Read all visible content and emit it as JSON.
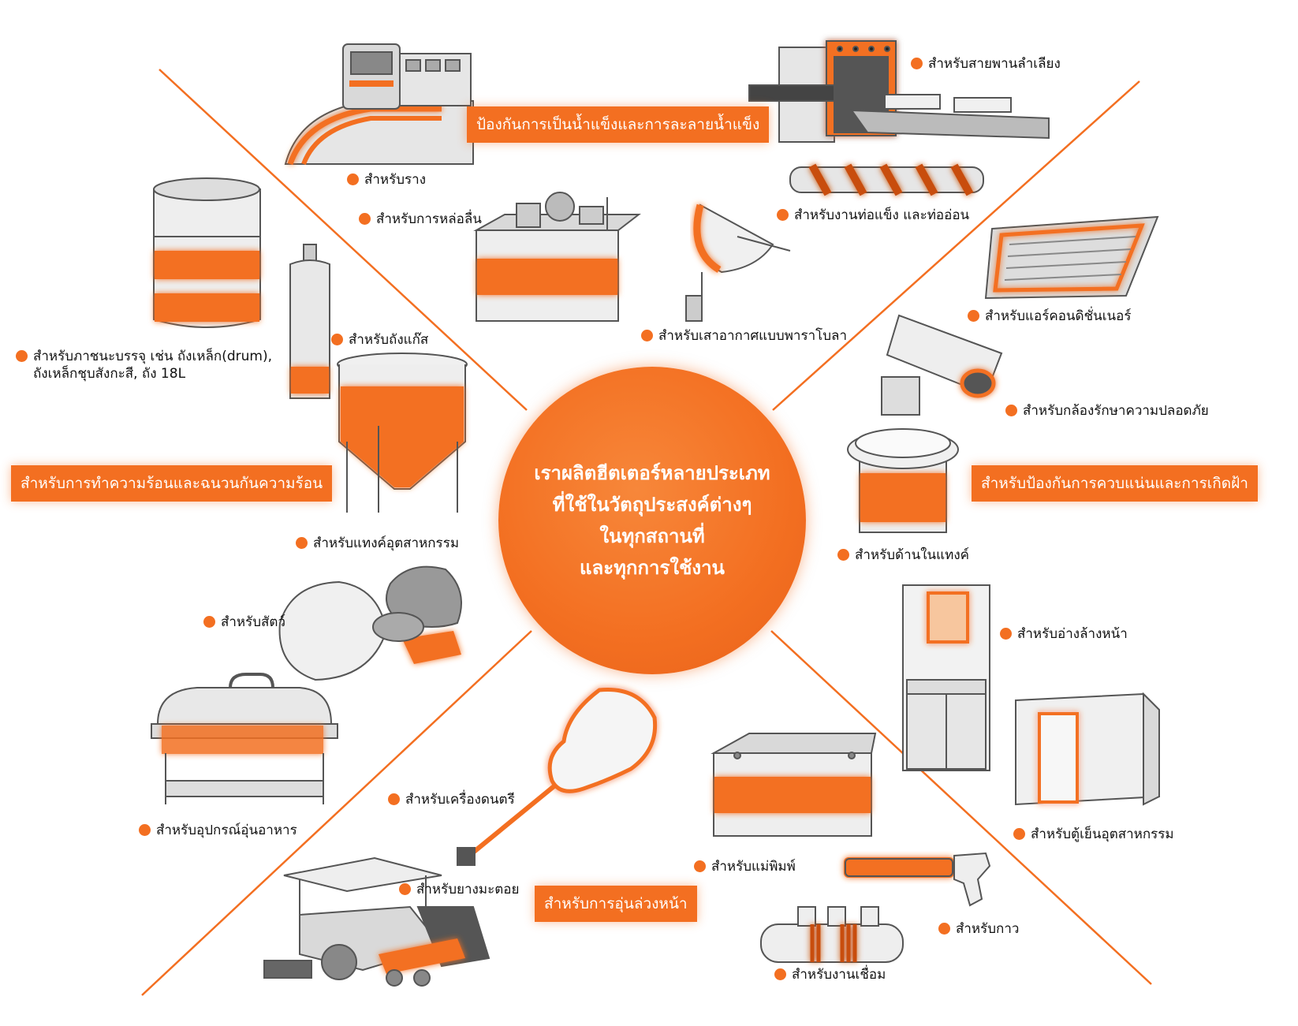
{
  "colors": {
    "accent": "#f36f21",
    "line": "#f36f21",
    "illustration_gray": "#d9d9d9",
    "outline": "#555555"
  },
  "center": {
    "line1": "เราผลิตฮีตเตอร์หลายประเภท",
    "line2": "ที่ใช้ในวัตถุประสงค์ต่างๆ",
    "line3": "ในทุกสถานที่",
    "line4": "และทุกการใช้งาน"
  },
  "categories": {
    "antifreeze": "ป้องกันการเป็นน้ำแข็งและการละลายน้ำแข็ง",
    "heating": "สำหรับการทำความร้อนและฉนวนกันความร้อน",
    "condensation": "สำหรับป้องกันการควบแน่นและการเกิดฝ้า",
    "preheat": "สำหรับการอุ่นล่วงหน้า"
  },
  "labels": {
    "rail": "สำหรับราง",
    "conveyor": "สำหรับสายพานลำเลียง",
    "lubrication": "สำหรับการหล่อลื่น",
    "pipe": "สำหรับงานท่อแข็ง และท่ออ่อน",
    "parabola": "สำหรับเสาอากาศแบบพาราโบลา",
    "aircon": "สำหรับแอร์คอนดิชั่นเนอร์",
    "camera": "สำหรับกล้องรักษาความปลอดภัย",
    "tank_inside": "สำหรับด้านในแทงค์",
    "container_1": "สำหรับภาชนะบรรจุ เช่น ถังเหล็ก(drum),",
    "container_2": "ถังเหล็กชุบสังกะสี, ถัง 18L",
    "gas": "สำหรับถังแก๊ส",
    "industrial_tank": "สำหรับแทงค์อุตสาหกรรม",
    "animal": "สำหรับสัตว์",
    "food": "สำหรับอุปกรณ์อุ่นอาหาร",
    "instrument": "สำหรับเครื่องดนตรี",
    "asphalt": "สำหรับยางมะตอย",
    "mold": "สำหรับแม่พิมพ์",
    "basin": "สำหรับอ่างล้างหน้า",
    "fridge": "สำหรับตู้เย็นอุตสาหกรรม",
    "glue": "สำหรับกาว",
    "weld": "สำหรับงานเชื่อม"
  },
  "icons": [
    "train-icon",
    "conveyor-icon",
    "pipe-icon",
    "drum-icon",
    "gas-cylinder-icon",
    "lubrication-machine-icon",
    "parabola-antenna-icon",
    "aircon-vent-icon",
    "security-camera-icon",
    "tank-lid-icon",
    "industrial-tank-icon",
    "animal-rocks-icon",
    "food-warmer-icon",
    "guitar-icon",
    "asphalt-paver-icon",
    "mold-box-icon",
    "wash-basin-icon",
    "walk-in-fridge-icon",
    "glue-gun-icon",
    "weld-pipe-icon"
  ]
}
